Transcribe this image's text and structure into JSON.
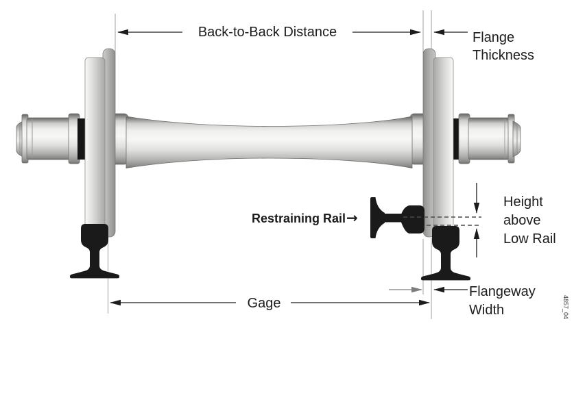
{
  "figure": {
    "kind": "railway-wheelset-and-track-cross-section-diagram",
    "figure_id": "4857_04"
  },
  "labels": {
    "back_to_back": "Back-to-Back Distance",
    "flange_thickness": {
      "line1": "Flange",
      "line2": "Thickness"
    },
    "restraining_rail": {
      "text": "Restraining Rail",
      "arrow": "→"
    },
    "height_above_low_rail": {
      "line1": "Height",
      "line2": "above",
      "line3": "Low Rail"
    },
    "gage": "Gage",
    "flangeway_width": {
      "line1": "Flangeway",
      "line2": "Width"
    },
    "figure_id": "4857_04"
  },
  "colors": {
    "background": "#ffffff",
    "dimension_line": "#1c1c1c",
    "secondary_dimension_line": "#7d7d7d",
    "reference_line": "#a8a8a6",
    "rail_black": "#1a1a1a",
    "seal_black": "#161616",
    "metal_highlight": "#f7f7f5",
    "metal_shadow": "#6e6e6c"
  }
}
